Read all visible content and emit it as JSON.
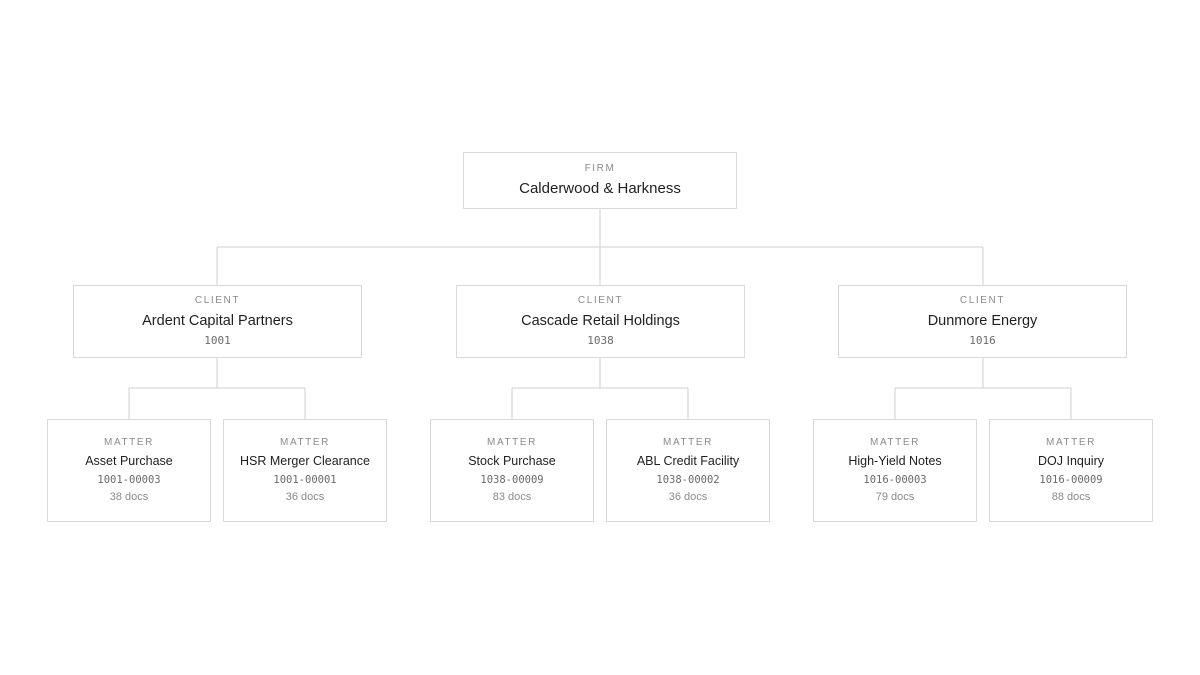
{
  "firm": {
    "kind": "FIRM",
    "name": "Calderwood & Harkness"
  },
  "clients": [
    {
      "kind": "CLIENT",
      "name": "Ardent Capital Partners",
      "code": "1001",
      "matters": [
        {
          "kind": "MATTER",
          "name": "Asset Purchase",
          "code": "1001-00003",
          "docs": "38 docs"
        },
        {
          "kind": "MATTER",
          "name": "HSR Merger Clearance",
          "code": "1001-00001",
          "docs": "36 docs"
        }
      ]
    },
    {
      "kind": "CLIENT",
      "name": "Cascade Retail Holdings",
      "code": "1038",
      "matters": [
        {
          "kind": "MATTER",
          "name": "Stock Purchase",
          "code": "1038-00009",
          "docs": "83 docs"
        },
        {
          "kind": "MATTER",
          "name": "ABL Credit Facility",
          "code": "1038-00002",
          "docs": "36 docs"
        }
      ]
    },
    {
      "kind": "CLIENT",
      "name": "Dunmore Energy",
      "code": "1016",
      "matters": [
        {
          "kind": "MATTER",
          "name": "High-Yield Notes",
          "code": "1016-00003",
          "docs": "79 docs"
        },
        {
          "kind": "MATTER",
          "name": "DOJ Inquiry",
          "code": "1016-00009",
          "docs": "88 docs"
        }
      ]
    }
  ],
  "colors": {
    "connector": "#cfcfcf",
    "border": "#d9d9d9",
    "label": "#8a8a8a",
    "text": "#1f1f1f"
  }
}
